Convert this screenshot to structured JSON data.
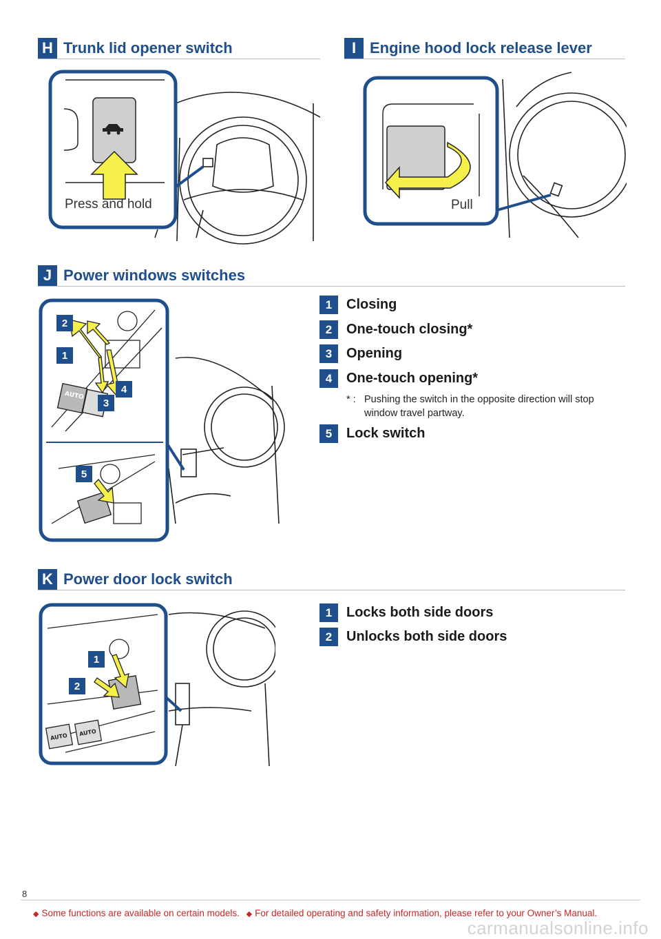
{
  "sections": {
    "h": {
      "letter": "H",
      "title": "Trunk lid opener switch",
      "caption": "Press and hold"
    },
    "i": {
      "letter": "I",
      "title": "Engine hood lock release lever",
      "caption": "Pull"
    },
    "j": {
      "letter": "J",
      "title": "Power windows switches",
      "items": [
        {
          "num": "1",
          "label": "Closing"
        },
        {
          "num": "2",
          "label": "One-touch closing*"
        },
        {
          "num": "3",
          "label": "Opening"
        },
        {
          "num": "4",
          "label": "One-touch opening*"
        },
        {
          "num": "5",
          "label": "Lock switch"
        }
      ],
      "note_mark": "* :",
      "note_line1": "Pushing the switch in the opposite direction will stop",
      "note_line2": "window travel partway.",
      "callouts": [
        "2",
        "1",
        "4",
        "3",
        "5"
      ],
      "auto_label": "AUTO"
    },
    "k": {
      "letter": "K",
      "title": "Power door lock switch",
      "items": [
        {
          "num": "1",
          "label": "Locks both side doors"
        },
        {
          "num": "2",
          "label": "Unlocks both side doors"
        }
      ],
      "callouts": [
        "1",
        "2"
      ],
      "auto_label": "AUTO"
    }
  },
  "footer": {
    "page_number": "8",
    "note1": "Some functions are available on certain models.",
    "note2": "For detailed operating and safety information, please refer to your Owner’s Manual.",
    "watermark": "carmanualsonline.info"
  },
  "colors": {
    "brand_blue": "#1f4e8c",
    "arrow_yellow": "#f6f04a",
    "footer_red": "#c62828"
  }
}
